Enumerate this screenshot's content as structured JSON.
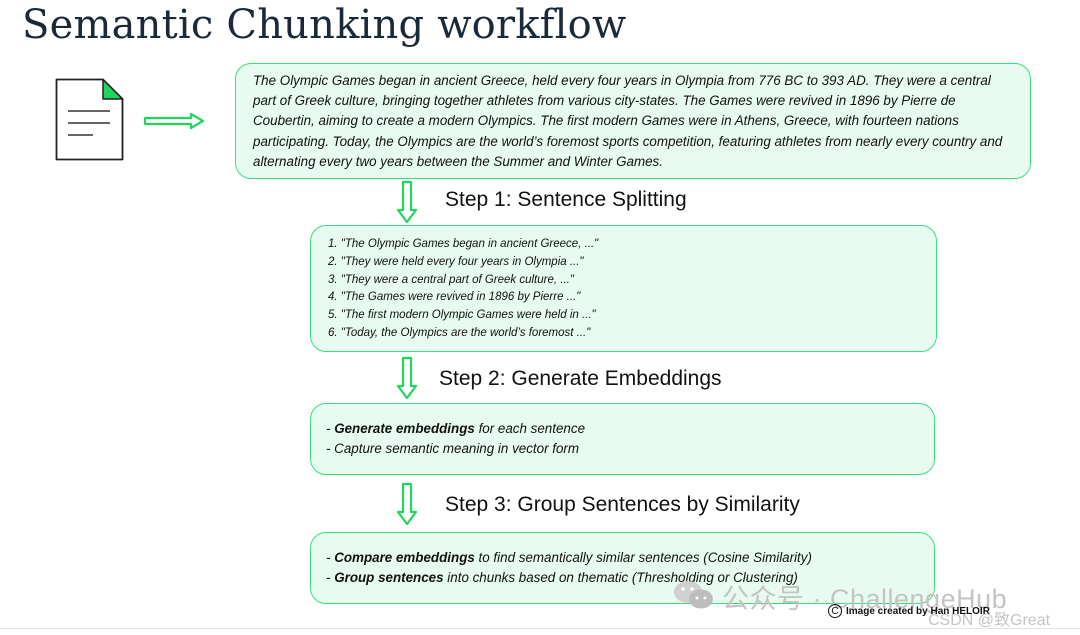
{
  "title": "Semantic Chunking workflow",
  "intro_text": "The Olympic Games began in ancient Greece, held every four years in Olympia from 776 BC to 393 AD. They were a central part of Greek culture, bringing together athletes from various city-states. The Games were revived in 1896 by Pierre de Coubertin, aiming to create a modern Olympics. The first modern Games were in Athens, Greece, with fourteen nations participating. Today, the Olympics are the world’s foremost sports competition, featuring athletes from nearly every country and alternating every two years between the Summer and Winter Games.",
  "steps": [
    {
      "label": "Step 1: Sentence Splitting"
    },
    {
      "label": "Step 2: Generate Embeddings"
    },
    {
      "label": "Step 3: Group Sentences by Similarity"
    }
  ],
  "sentences": [
    "1. \"The Olympic Games began in ancient Greece, ...\"",
    "2. \"They were held every four years in Olympia ...\"",
    "3. \"They were a central part of Greek culture, ...\"",
    "4. \"The Games were revived in 1896 by Pierre ...\"",
    "5. \"The first modern Olympic Games were held in ...\"",
    "6. \"Today, the Olympics are the world’s foremost ...\""
  ],
  "embeddings_box": {
    "line1_prefix": "- ",
    "line1_bold": "Generate embeddings",
    "line1_rest": " for each sentence",
    "line2": "- Capture semantic meaning in vector form"
  },
  "grouping_box": {
    "line1_prefix": "- ",
    "line1_bold": "Compare embeddings",
    "line1_rest": " to find semantically similar sentences (Cosine Similarity)",
    "line2_prefix": "- ",
    "line2_bold": "Group sentences",
    "line2_rest": " into chunks based on thematic (Thresholding or Clustering)"
  },
  "watermark": {
    "channel": "公众号 · ChallengeHub",
    "credit": "Image created by Han HELOIR",
    "csdn": "CSDN @致Great"
  },
  "colors": {
    "arrow_green": "#22d55f",
    "box_border": "#39e07a",
    "box_fill": "#e8fbf1",
    "title": "#1b2a3a"
  },
  "icons": [
    "document-icon",
    "arrow-right-icon",
    "arrow-down-icon",
    "wechat-icon",
    "copyright-icon"
  ]
}
